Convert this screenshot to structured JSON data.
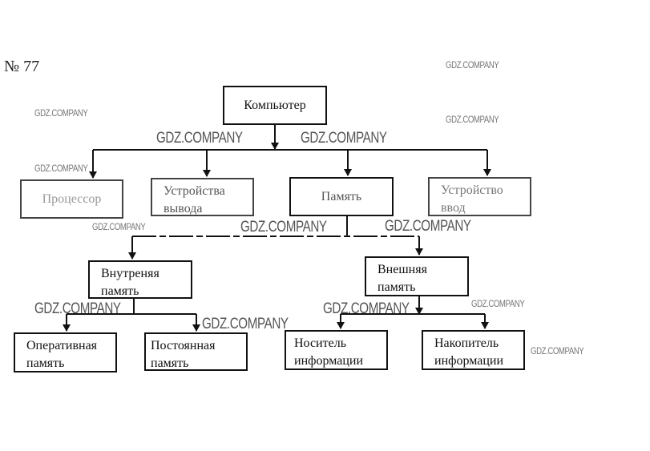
{
  "task_number": "№ 77",
  "root": "Компьютер",
  "level1": [
    "Процессор",
    "Устройства вывода",
    "Память",
    "Устройство ввод"
  ],
  "memory": {
    "internal": "Внутреняя память",
    "external": "Внешняя память"
  },
  "internal_children": [
    "Оперативная память",
    "Постоянная память"
  ],
  "external_children": [
    "Носитель информации",
    "Накопитель информации"
  ],
  "watermark": "GDZ.COMPANY"
}
